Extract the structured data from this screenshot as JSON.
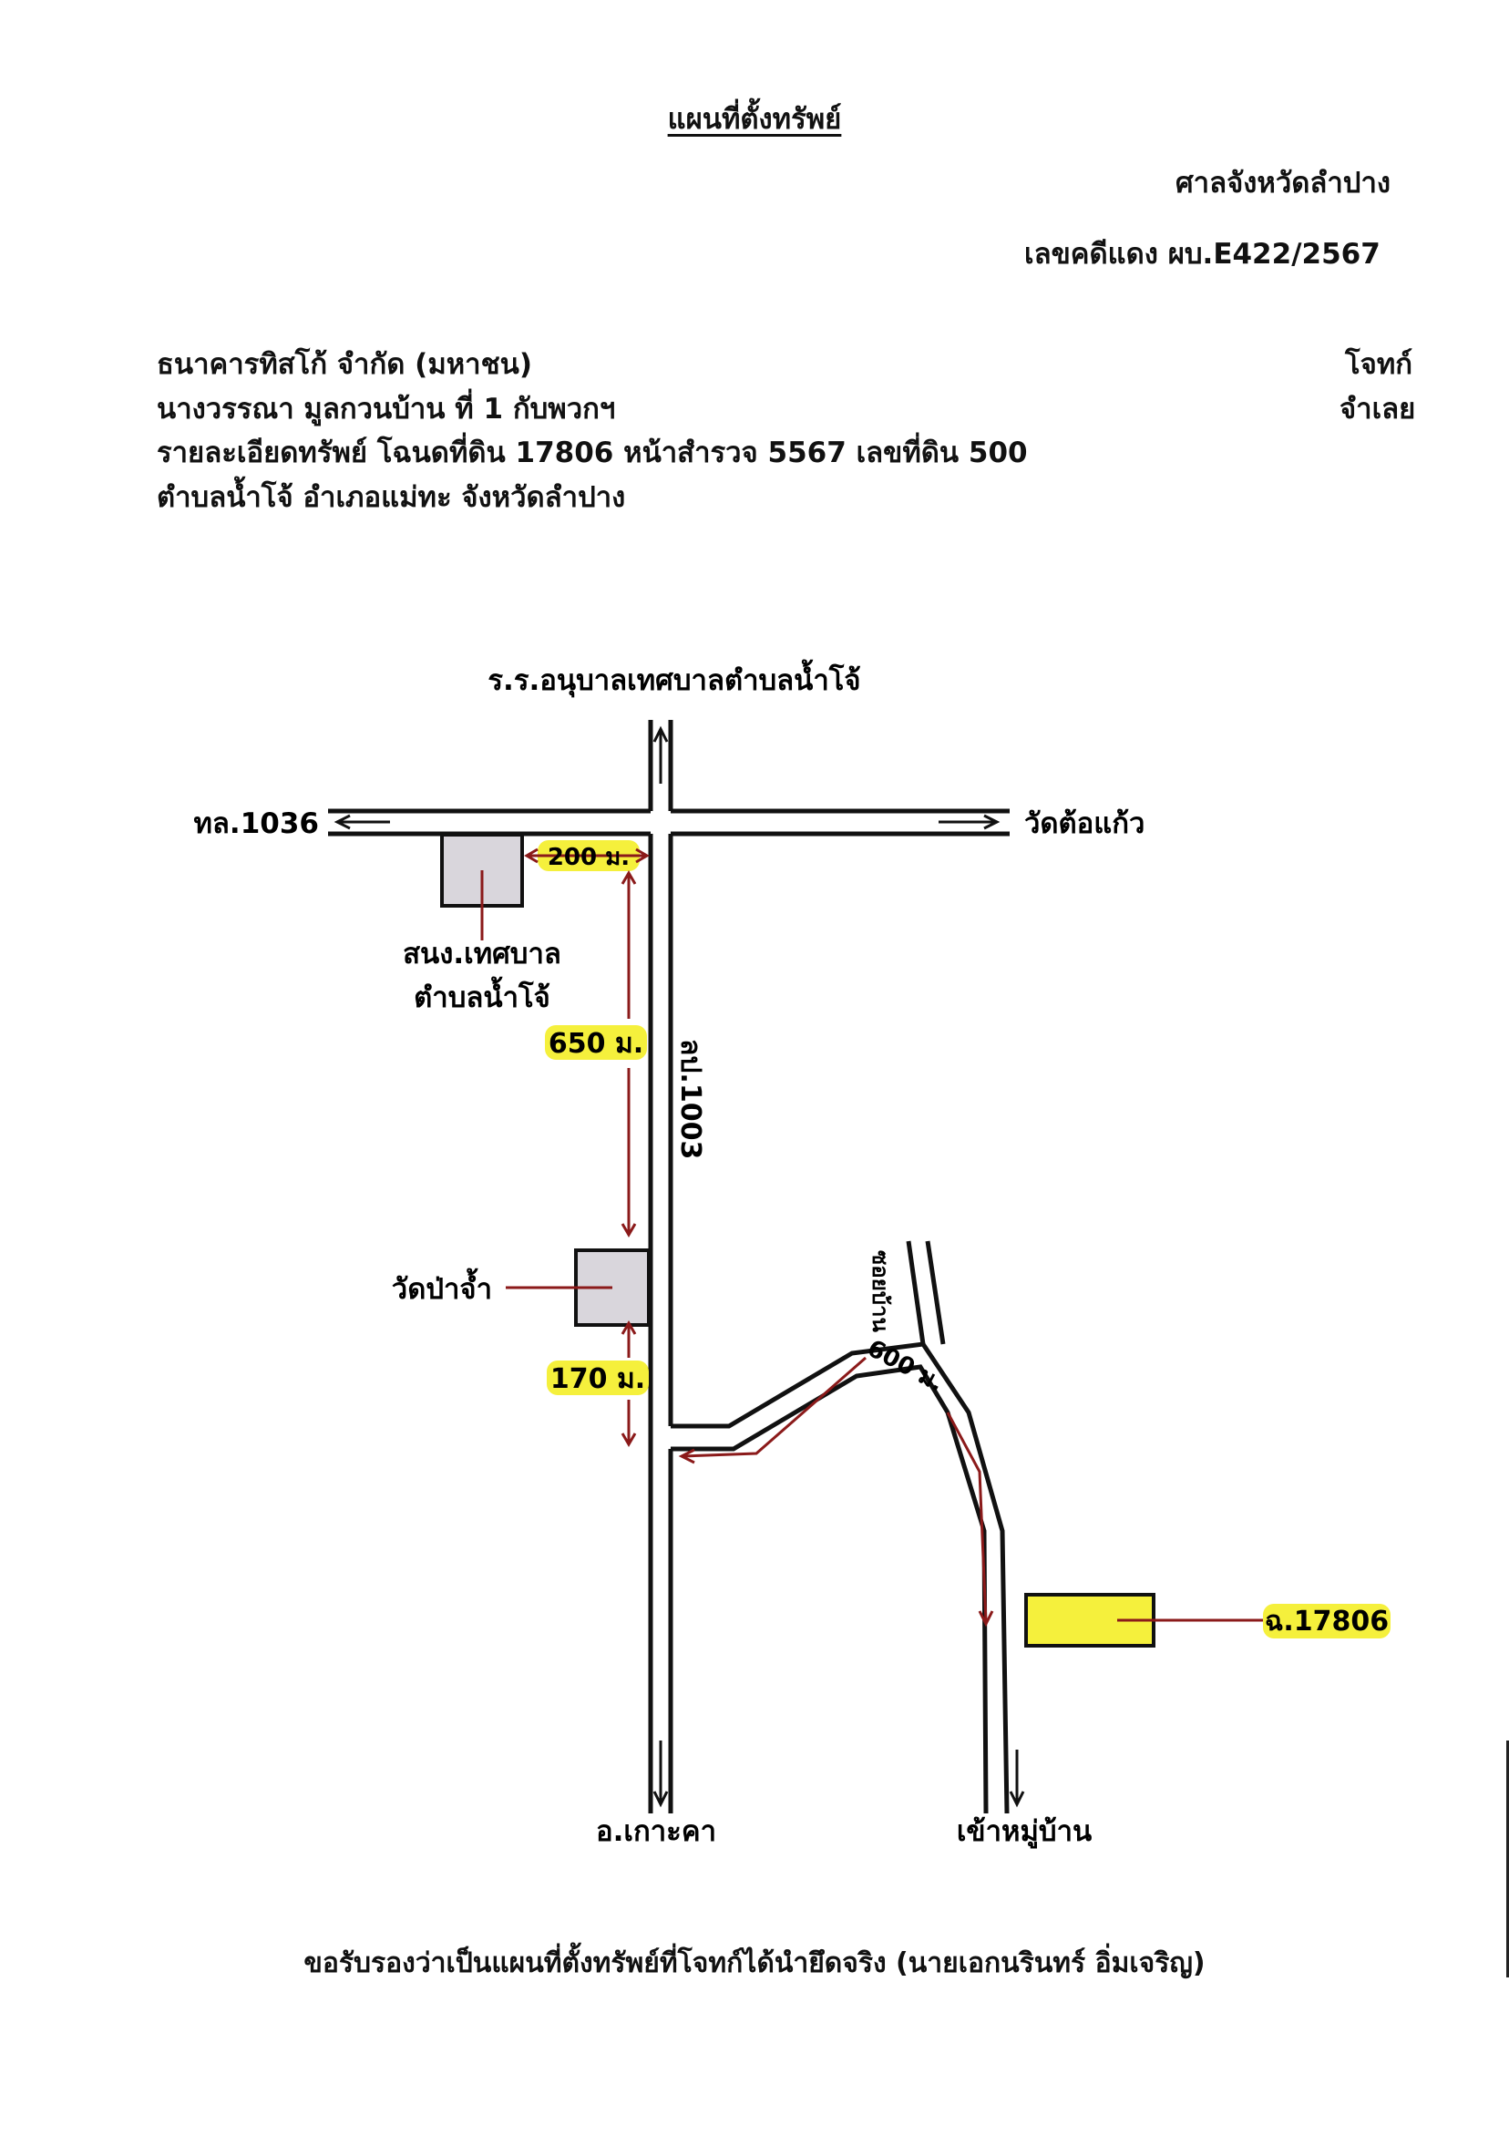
{
  "header": {
    "title": "แผนที่ตั้งทรัพย์",
    "court": "ศาลจังหวัดลำปาง",
    "case_number": "เลขคดีแดง ผบ.E422/2567"
  },
  "parties": {
    "plaintiff_name": "ธนาคารทิสโก้ จำกัด (มหาชน)",
    "plaintiff_role": "โจทก์",
    "defendant_name": "นางวรรณา มูลกวนบ้าน ที่ 1 กับพวกฯ",
    "defendant_role": "จำเลย"
  },
  "property": {
    "line1": "รายละเอียดทรัพย์ โฉนดที่ดิน 17806 หน้าสำรวจ 5567 เลขที่ดิน 500",
    "line2": "ตำบลน้ำโจ้ อำเภอแม่ทะ จังหวัดลำปาง"
  },
  "map": {
    "north_label": "ร.ร.อนุบาลเทศบาลตำบลน้ำโจ้",
    "west_road": "ทล.1036",
    "east_label": "วัดต้อแก้ว",
    "main_road": "ลป.1003",
    "south_label": "อ.เกาะคา",
    "village_label": "เข้าหมู่บ้าน",
    "soi_label": "ซอยบ้าน",
    "office_label_1": "สนง.เทศบาล",
    "office_label_2": "ตำบลน้ำโจ้",
    "temple_label": "วัดป่าจ้ำ",
    "dist_200": "200 ม.",
    "dist_650": "650 ม.",
    "dist_170": "170 ม.",
    "dist_600": "600 ม.",
    "deed_label": "ฉ.17806",
    "colors": {
      "road": "#111111",
      "arrow": "#8b1a1a",
      "highlight": "#f5f03c",
      "landmark": "#d9d6dc",
      "property": "#f5f03c"
    }
  },
  "footer": {
    "certification": "ขอรับรองว่าเป็นแผนที่ตั้งทรัพย์ที่โจทก์ได้นำยึดจริง (นายเอกนรินทร์ อิ่มเจริญ)"
  }
}
